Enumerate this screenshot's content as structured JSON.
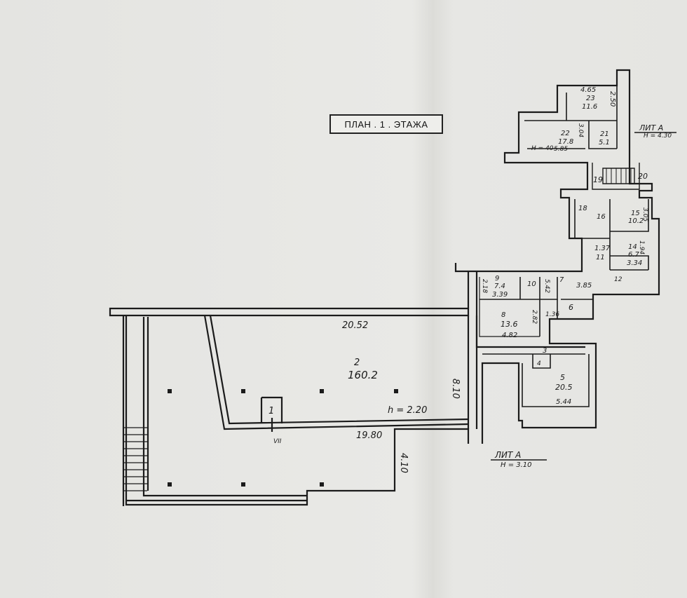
{
  "stamp": "ПЛАН . 1 . ЭТАЖА",
  "main_hall": {
    "room_number": "2",
    "room_area": "160.2",
    "dim_top": "20.52",
    "dim_bottom": "19.80",
    "dim_right": "8.10",
    "dim_lower_right": "4.10",
    "height": "h = 2.20",
    "small_room": "1",
    "exit_mark": "VII"
  },
  "rooms": {
    "r23": {
      "top": "4.65",
      "num": "23",
      "area": "11.6",
      "side": "2.50"
    },
    "r22": {
      "num": "22",
      "area": "17.8",
      "h": "H = 40",
      "dim": "5.85",
      "side": "3.04"
    },
    "r21": {
      "num": "21",
      "area": "5.1"
    },
    "r19": "19",
    "r20": "20",
    "r18": "18",
    "r16": "16",
    "r15": {
      "num": "15",
      "area": "10.2",
      "side": "3.05"
    },
    "r13": {
      "dim": "1.37",
      "area": "11"
    },
    "r14": {
      "num": "14",
      "area": "6.7",
      "dim": "3.34",
      "side": "1.94"
    },
    "r12": "12",
    "r9": {
      "num": "9",
      "area": "7.4",
      "dim": "3.39",
      "side": "2.18"
    },
    "r10": "10",
    "r7": {
      "num": "7",
      "dim": "5.42",
      "dim2": "3.85"
    },
    "r8": {
      "num": "8",
      "area": "13.6",
      "dim": "4.82",
      "side": "2.82"
    },
    "r6": {
      "num": "6",
      "dim": "1.36"
    },
    "r3": "3",
    "r4": "4",
    "r5": {
      "num": "5",
      "area": "20.5",
      "dim": "5.44"
    }
  },
  "markers": {
    "upper_title": "ЛИТ А",
    "upper_height": "H = 4.30",
    "lower_title": "ЛИТ А",
    "lower_height": "H = 3.10"
  }
}
